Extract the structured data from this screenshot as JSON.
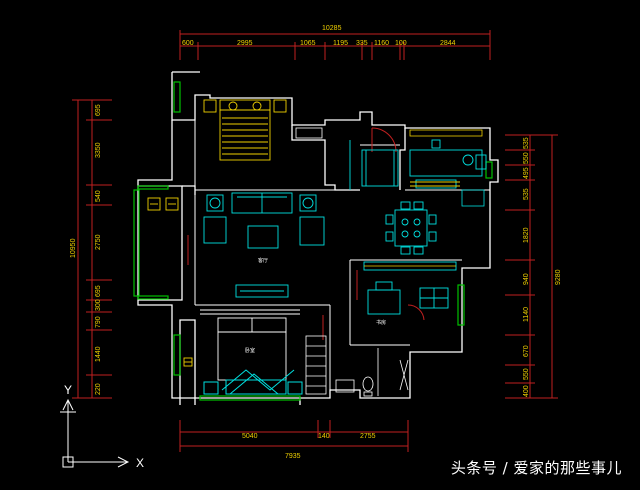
{
  "dimensions": {
    "top_total": "10285",
    "top_segments": [
      "600",
      "2995",
      "1065",
      "1195",
      "335",
      "1160",
      "100",
      "2844"
    ],
    "bottom_segments": [
      "5040",
      "140",
      "2755"
    ],
    "bottom_total": "7935",
    "left_total": "10950",
    "left_segments": [
      "695",
      "3350",
      "540",
      "2750",
      "695",
      "300",
      "790",
      "1440",
      "220"
    ],
    "right_total": "9280",
    "right_segments": [
      "535",
      "550",
      "495",
      "535",
      "1820",
      "940",
      "1140",
      "670",
      "550",
      "400"
    ]
  },
  "rooms": {
    "living": "客厅",
    "bedroom": "卧室",
    "study": "书房"
  },
  "ucs": {
    "x": "X",
    "y": "Y"
  },
  "watermark": "头条号 / 爱家的那些事儿"
}
